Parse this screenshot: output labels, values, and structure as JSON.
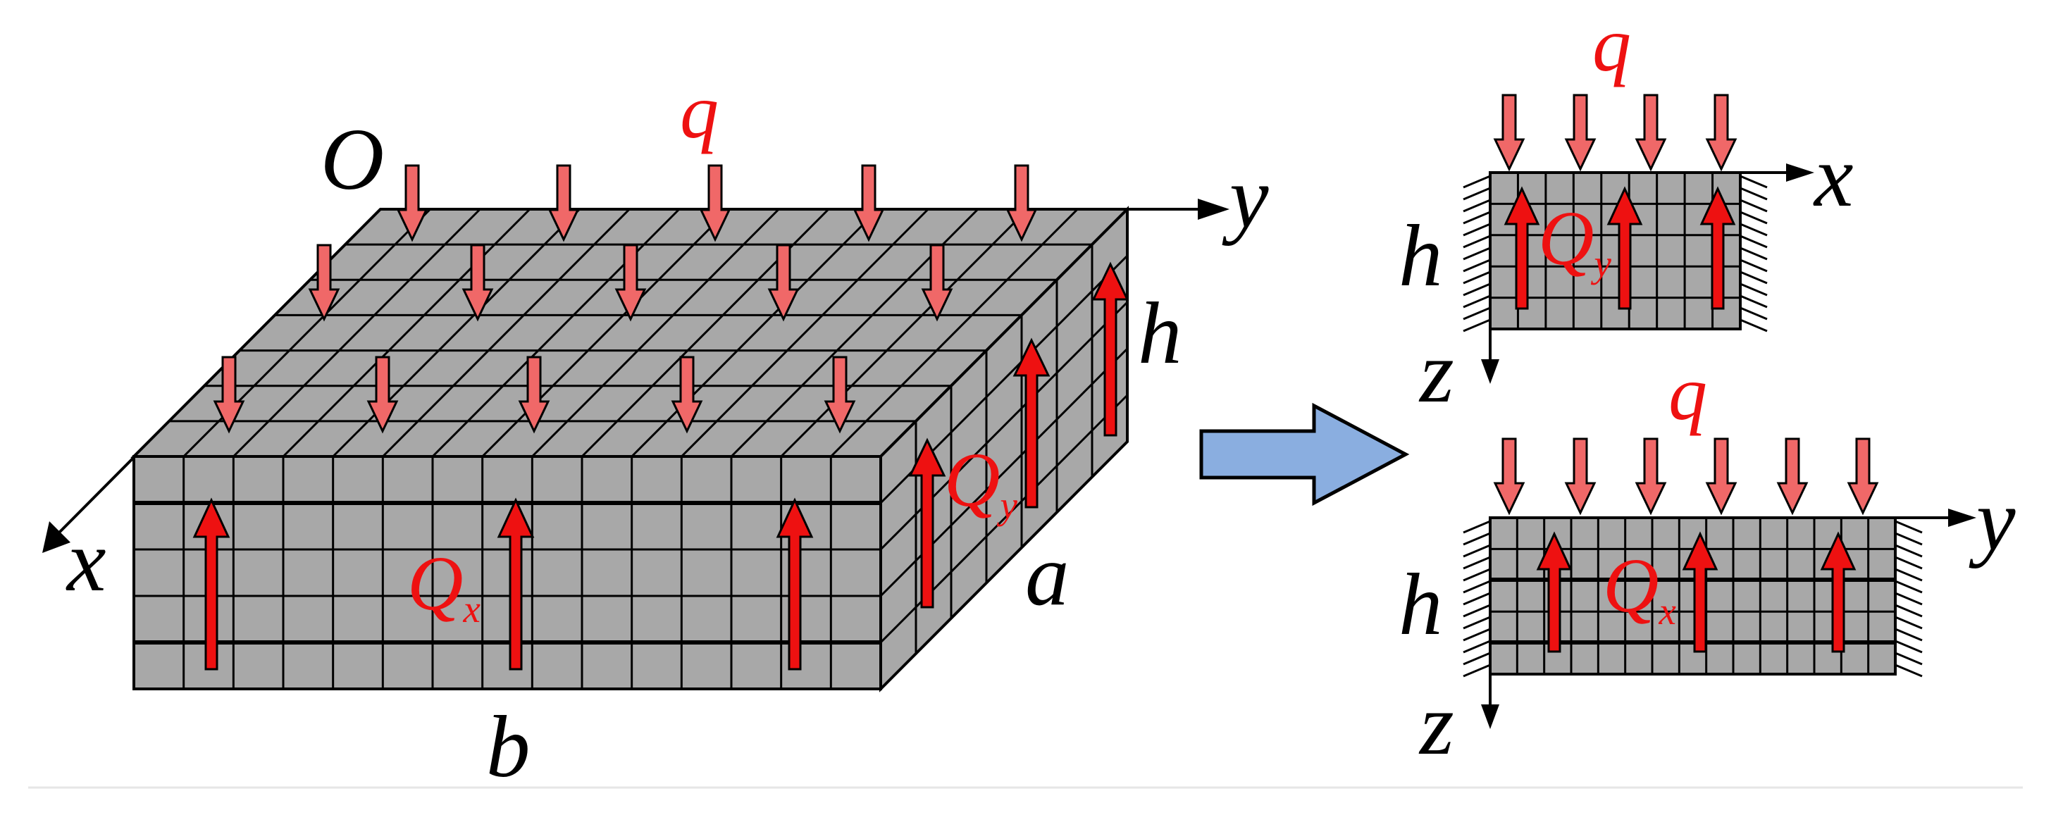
{
  "main_view": {
    "origin": "O",
    "axis_x": "x",
    "axis_y": "y",
    "dim_a": "a",
    "dim_b": "b",
    "dim_h": "h",
    "load": "q",
    "shear_x": {
      "sym": "Q",
      "sub": "x"
    },
    "shear_y": {
      "sym": "Q",
      "sub": "y"
    }
  },
  "section_xz": {
    "load": "q",
    "axis_h": "x",
    "axis_v": "z",
    "dim_h": "h",
    "shear": {
      "sym": "Q",
      "sub": "y"
    }
  },
  "section_yz": {
    "load": "q",
    "axis_h": "y",
    "axis_v": "z",
    "dim_h": "h",
    "shear": {
      "sym": "Q",
      "sub": "x"
    }
  },
  "colors": {
    "block_fill": "#a8a8a8",
    "grid_line": "#000000",
    "load_arrow": "#f06868",
    "shear_arrow": "#ee1111",
    "label_red": "#ee1111",
    "transition_arrow": "#8aaee0"
  }
}
